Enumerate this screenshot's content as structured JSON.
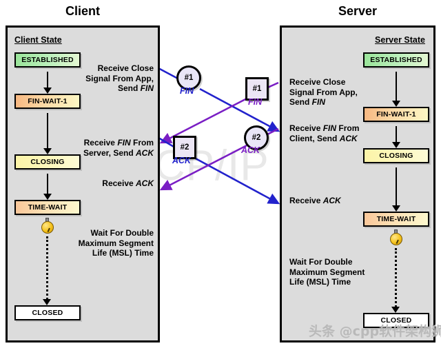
{
  "diagram": {
    "title_client": "Client",
    "title_server": "Server",
    "watermark_main": "The TCP/IP Guide",
    "watermark_bottom": "头条 @cpp软件架构狮"
  },
  "colors": {
    "panel_bg": "#dcdcdc",
    "client_arrow": "#2222cc",
    "server_arrow": "#7a1ec4",
    "established": "#bdf0bd",
    "fin_wait_1": "#fbd9a6",
    "closing": "#fdf8c0",
    "time_wait": "#fce0b4",
    "closed": "#ffffff"
  },
  "client": {
    "heading": "Client State",
    "states": [
      {
        "label": "ESTABLISHED"
      },
      {
        "label": "FIN-WAIT-1"
      },
      {
        "label": "CLOSING"
      },
      {
        "label": "TIME-WAIT"
      },
      {
        "label": "CLOSED"
      }
    ],
    "events": [
      {
        "line1": "Receive Close",
        "line2": "Signal From App,",
        "line3_pre": "Send ",
        "line3_em": "FIN"
      },
      {
        "line1_pre": "Receive ",
        "line1_em": "FIN",
        "line1_post": " From",
        "line2_pre": "Server, Send ",
        "line2_em": "ACK"
      },
      {
        "line1_pre": "Receive ",
        "line1_em": "ACK"
      }
    ],
    "wait_note": {
      "line1": "Wait For Double",
      "line2": "Maximum Segment",
      "line3": "Life (MSL) Time"
    },
    "timer_icon": "stopwatch-icon"
  },
  "server": {
    "heading": "Server State",
    "states": [
      {
        "label": "ESTABLISHED"
      },
      {
        "label": "FIN-WAIT-1"
      },
      {
        "label": "CLOSING"
      },
      {
        "label": "TIME-WAIT"
      },
      {
        "label": "CLOSED"
      }
    ],
    "events": [
      {
        "line1": "Receive Close",
        "line2": "Signal From App,",
        "line3_pre": "Send ",
        "line3_em": "FIN"
      },
      {
        "line1_pre": "Receive ",
        "line1_em": "FIN",
        "line1_post": " From",
        "line2_pre": "Client, Send ",
        "line2_em": "ACK"
      },
      {
        "line1_pre": "Receive ",
        "line1_em": "ACK"
      }
    ],
    "wait_note": {
      "line1": "Wait For Double",
      "line2": "Maximum Segment",
      "line3": "Life (MSL) Time"
    },
    "timer_icon": "stopwatch-icon"
  },
  "messages": [
    {
      "id": "client-fin",
      "marker": "#1",
      "label": "FIN",
      "shape": "circle",
      "direction": "client-to-server",
      "color": "#2222cc"
    },
    {
      "id": "server-fin",
      "marker": "#1",
      "label": "FIN",
      "shape": "square",
      "direction": "server-to-client",
      "color": "#7a1ec4"
    },
    {
      "id": "client-ack",
      "marker": "#2",
      "label": "ACK",
      "shape": "square",
      "direction": "client-to-server",
      "color": "#2222cc"
    },
    {
      "id": "server-ack",
      "marker": "#2",
      "label": "ACK",
      "shape": "circle",
      "direction": "server-to-client",
      "color": "#7a1ec4"
    }
  ]
}
